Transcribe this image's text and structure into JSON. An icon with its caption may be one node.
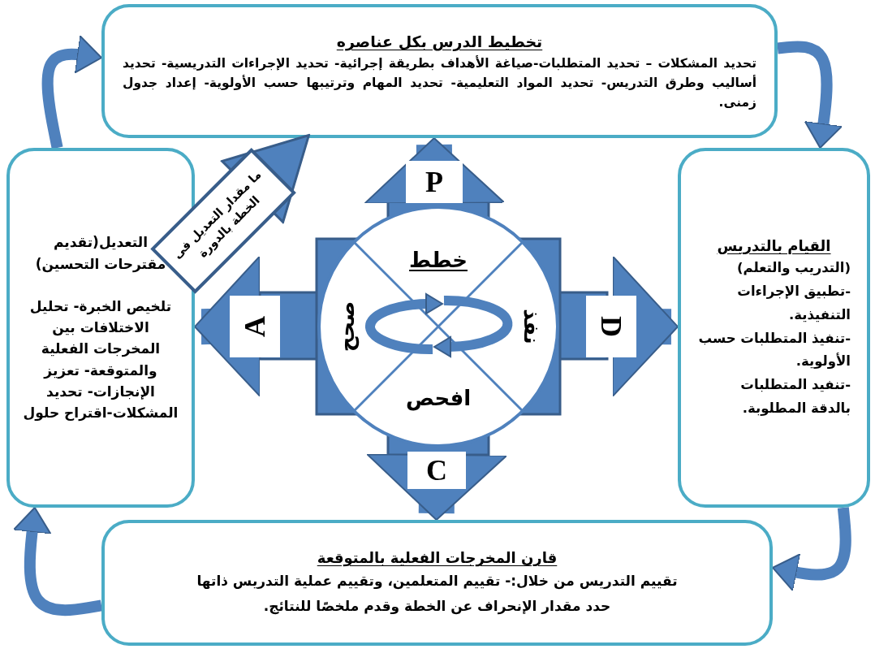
{
  "diagram": {
    "nodes": [
      {
        "text": [
          "تخطيط الدرس بكل عناصره",
          "تحديد المشكلات – تحديد المتطلبات-صياغة الأهداف بطريقة إجرائية- تحديد الإجراءات التدريسية- تحديد أساليب وطرق التدريس- تحديد المواد التعليمية- تحديد المهام وترتيبها حسب الأولوية- إعداد جدول زمنى."
        ]
      },
      {
        "text": [
          "القيام بالتدريس",
          "(التدريب والتعلم)",
          "-تطبيق الإجراءات التنفيذية.",
          "-تنفيذ المتطلبات حسب الأولوية.",
          "-تنفيد المتطلبات بالدقة المطلوبة."
        ]
      },
      {
        "text": [
          "قارن المخرجات الفعلية بالمتوقعة",
          "تقييم التدريس من خلال:- تقييم المتعلمين، وتقييم عملية التدريس ذاتها",
          "حدد مقدار الإنحراف عن الخطة وقدم ملخصًا للنتائج."
        ]
      },
      {
        "text": [
          "التعديل(تقديم مقترحات التحسين)",
          "تلخيص الخبرة- تحليل الاختلافات بين المخرجات الفعلية والمتوقعة- تعزيز الإنجازات- تحديد المشكلات-اقتراح حلول"
        ]
      },
      {
        "text": [
          "ما مقدار التعديل فى الخطة بالدورة"
        ]
      },
      {
        "text": [],
        "shape": "circle"
      },
      {
        "text": [
          "خطط"
        ],
        "in": 5
      },
      {
        "text": [
          "نفذ"
        ],
        "in": 5
      },
      {
        "text": [
          "افحص"
        ],
        "in": 5
      },
      {
        "text": [
          "صحح"
        ],
        "in": 5
      },
      {
        "text": [
          "P"
        ]
      },
      {
        "text": [
          "D"
        ]
      },
      {
        "text": [
          "C"
        ]
      },
      {
        "text": [
          "A"
        ]
      }
    ],
    "edges": [
      {
        "from": 3,
        "to": 0,
        "arrow": "to"
      },
      {
        "from": 0,
        "to": 1,
        "arrow": "to"
      },
      {
        "from": 1,
        "to": 2,
        "arrow": "to"
      },
      {
        "from": 2,
        "to": 3,
        "arrow": "to"
      },
      {
        "from": 10,
        "to": 0,
        "arrow": "to",
        "style": "thick"
      },
      {
        "from": 11,
        "to": 1,
        "arrow": "to",
        "style": "thick"
      },
      {
        "from": 12,
        "to": 2,
        "arrow": "to",
        "style": "thick"
      },
      {
        "from": 13,
        "to": 3,
        "arrow": "to",
        "style": "thick"
      }
    ]
  }
}
